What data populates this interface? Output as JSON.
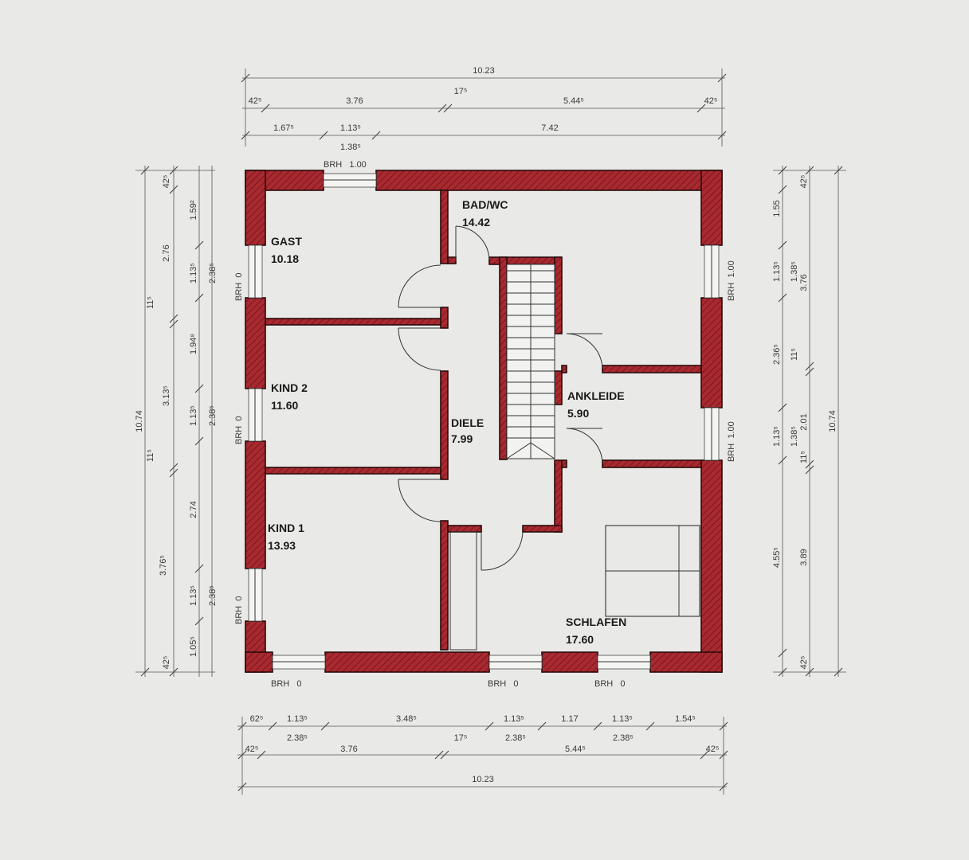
{
  "rooms": {
    "gast": {
      "name": "GAST",
      "area": "10.18"
    },
    "kind2": {
      "name": "KIND 2",
      "area": "11.60"
    },
    "kind1": {
      "name": "KIND 1",
      "area": "13.93"
    },
    "bad": {
      "name": "BAD/WC",
      "area": "14.42"
    },
    "diele": {
      "name": "DIELE",
      "area": "7.99"
    },
    "ankleide": {
      "name": "ANKLEIDE",
      "area": "5.90"
    },
    "schlafen": {
      "name": "SCHLAFEN",
      "area": "17.60"
    }
  },
  "windows": {
    "top": "BRH   1.00",
    "left_gast": "BRH  0",
    "left_kind2": "BRH  0",
    "left_kind1": "BRH  0",
    "right_upper": "BRH  1.00",
    "right_lower": "BRH  1.00",
    "bottom_left": "BRH   0",
    "bottom_mid": "BRH   0",
    "bottom_right": "BRH   0"
  },
  "dims_top": {
    "total": "10.23",
    "r2": [
      "42⁵",
      "3.76",
      "17⁵",
      "5.44⁵",
      "42⁵"
    ],
    "r3a": [
      "1.67⁵",
      "1.13⁵",
      "7.42"
    ],
    "r3b": "1.38⁵"
  },
  "dims_bottom": {
    "r1": [
      "62⁵",
      "1.13⁵",
      "3.48⁵",
      "1.13⁵",
      "1.17",
      "1.13⁵",
      "1.54⁵"
    ],
    "r1b": [
      "2.38⁵",
      "2.38⁵",
      "2.38⁵"
    ],
    "r2": [
      "42⁵",
      "3.76",
      "17⁵",
      "5.44⁵",
      "42⁵"
    ],
    "total": "10.23"
  },
  "dims_left": {
    "total": "10.74",
    "mid": [
      "11⁵",
      "11⁵"
    ],
    "r2": [
      "2.76",
      "3.13⁵",
      "2.74",
      "3.76⁵"
    ],
    "r3": [
      "42⁵",
      "1.59²",
      "1.13⁵",
      "1.94⁸",
      "1.13⁵",
      "1.13⁵",
      "1.05⁵",
      "42⁵"
    ],
    "r4": [
      "2.38⁵",
      "2.38⁵",
      "2.38⁵"
    ]
  },
  "dims_right": {
    "total": "10.74",
    "r1": [
      "42⁵",
      "1.55",
      "1.13⁵",
      "2.36⁵",
      "1.13⁵",
      "4.55⁵",
      "42⁵"
    ],
    "r2": [
      "1.38⁵",
      "1.38⁵",
      "11⁵"
    ],
    "r3": [
      "3.76",
      "11⁵",
      "2.01",
      "3.89"
    ]
  }
}
